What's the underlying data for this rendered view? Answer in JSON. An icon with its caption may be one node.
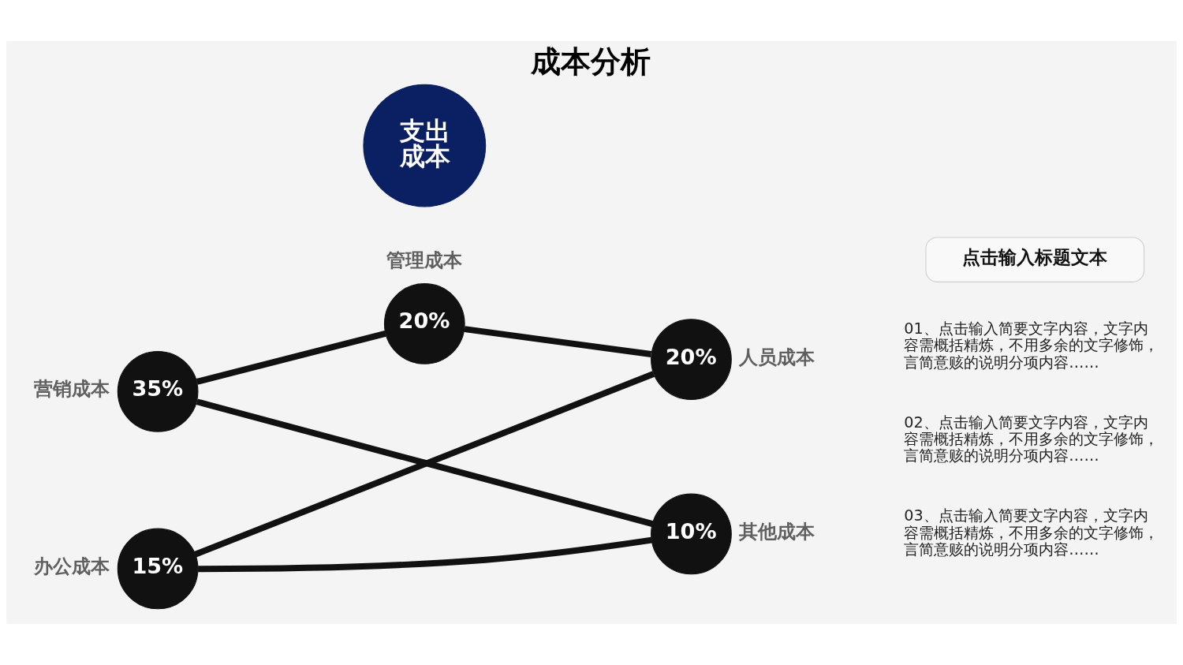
{
  "diagram": {
    "title": "成本分析",
    "nodes": [
      {
        "text": [
          "20%"
        ],
        "beside": [
          "管理成本"
        ]
      },
      {
        "text": [
          "15%"
        ],
        "beside": [
          "办公成本"
        ]
      },
      {
        "text": [
          "10%"
        ],
        "beside": [
          "其他成本"
        ]
      },
      {
        "text": [
          "支出成本"
        ]
      },
      {
        "text": [
          "35%"
        ],
        "beside": [
          "营销成本"
        ]
      },
      {
        "text": [
          "20%"
        ],
        "beside": [
          "人员成本"
        ]
      },
      {
        "text": [
          "点击输入标题文本"
        ]
      }
    ],
    "edges": [
      {
        "from": 4,
        "to": 0,
        "arrow": "none"
      },
      {
        "from": 0,
        "to": 5,
        "arrow": "none"
      },
      {
        "from": 1,
        "to": 2,
        "arrow": "none"
      },
      {
        "from": 1,
        "to": 5,
        "arrow": "none"
      },
      {
        "from": 4,
        "to": 2,
        "arrow": "none"
      }
    ],
    "labels": [
      "01、点击输入简要文字内容，文字内容需概括精炼，不用多余的文字修饰，言简意赅的说明分项内容……",
      "02、点击输入简要文字内容，文字内容需概括精炼，不用多余的文字修饰，言简意赅的说明分项内容……",
      "03、点击输入简要文字内容，文字内容需概括精炼，不用多余的文字修饰，言简意赅的说明分项内容……"
    ]
  }
}
